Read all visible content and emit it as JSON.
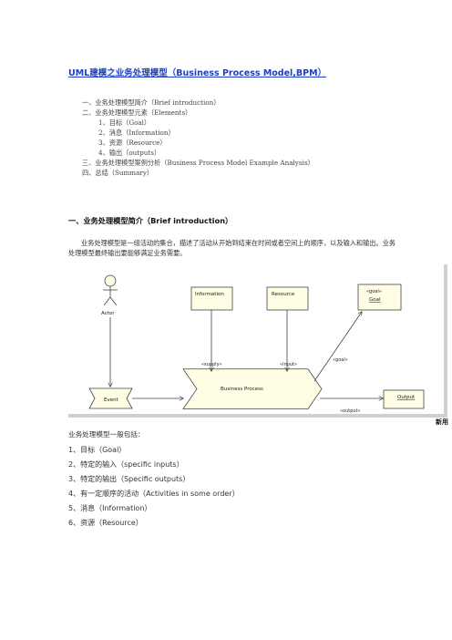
{
  "title": "UML建模之业务处理模型（Business Process Model,BPM）",
  "toc": [
    "一、业务处理模型简介（Brief introduction）",
    "二、业务处理模型元素（Elements）",
    "1、目标（Goal）",
    "2、消息（Information）",
    "3、资源（Resource）",
    "4、输出（outputs）",
    "三、业务处理模型案例分析（Business Process Model Example Analysis）",
    "四、总结（Summary）"
  ],
  "section1": {
    "heading": "一、业务处理模型简介（Brief introduction）",
    "paragraph": "业务处理模型是一组活动的集合，描述了活动从开始到结束在时间或者空间上的顺序，以及输入和输出。业务处理模型最终输出要能够满足业务需要。"
  },
  "diagram": {
    "actor": "Actor",
    "event": "Event",
    "information": "Information",
    "resource": "Resource",
    "goal_stereo": "«goal»",
    "goal": "Goal",
    "process": "Business Process",
    "output": "Output",
    "supply": "«supply»",
    "input": "«input»",
    "goal_link": "«goal»",
    "output_link": "«output»",
    "colors": {
      "box_fill": "#fffde4",
      "border": "#444444",
      "frame": "#dcdcdc"
    }
  },
  "watermark": "新用",
  "list": {
    "intro": "业务处理模型一般包括：",
    "items": [
      "1、目标（Goal）",
      "2、特定的输入（specific inputs）",
      "3、特定的输出（Specific outputs）",
      "4、有一定顺序的活动（Activities in some order）",
      "5、消息（Information）",
      "6、资源（Resource）"
    ]
  }
}
